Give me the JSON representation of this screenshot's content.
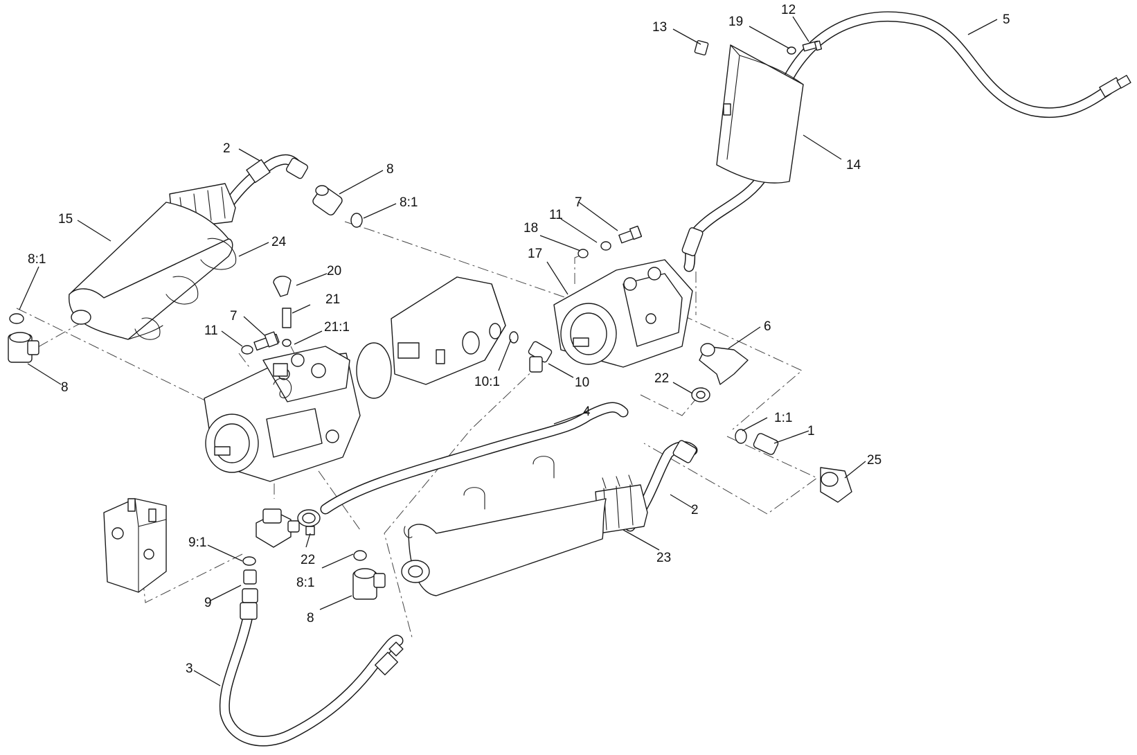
{
  "diagram": {
    "callouts": [
      {
        "id": "c-13",
        "text": "13"
      },
      {
        "id": "c-19",
        "text": "19"
      },
      {
        "id": "c-12",
        "text": "12"
      },
      {
        "id": "c-5",
        "text": "5"
      },
      {
        "id": "c-14",
        "text": "14"
      },
      {
        "id": "c-2-top",
        "text": "2"
      },
      {
        "id": "c-8-top",
        "text": "8"
      },
      {
        "id": "c-8-1-top",
        "text": "8:1"
      },
      {
        "id": "c-15",
        "text": "15"
      },
      {
        "id": "c-24",
        "text": "24"
      },
      {
        "id": "c-8-1-left",
        "text": "8:1"
      },
      {
        "id": "c-8-left",
        "text": "8"
      },
      {
        "id": "c-20",
        "text": "20"
      },
      {
        "id": "c-21",
        "text": "21"
      },
      {
        "id": "c-21-1",
        "text": "21:1"
      },
      {
        "id": "c-7-left",
        "text": "7"
      },
      {
        "id": "c-11-left",
        "text": "11"
      },
      {
        "id": "c-7-right",
        "text": "7"
      },
      {
        "id": "c-11-right",
        "text": "11"
      },
      {
        "id": "c-18",
        "text": "18"
      },
      {
        "id": "c-17",
        "text": "17"
      },
      {
        "id": "c-6",
        "text": "6"
      },
      {
        "id": "c-10-1",
        "text": "10:1"
      },
      {
        "id": "c-10",
        "text": "10"
      },
      {
        "id": "c-22-right",
        "text": "22"
      },
      {
        "id": "c-4",
        "text": "4"
      },
      {
        "id": "c-1-1",
        "text": "1:1"
      },
      {
        "id": "c-1",
        "text": "1"
      },
      {
        "id": "c-25",
        "text": "25"
      },
      {
        "id": "c-2-bottom",
        "text": "2"
      },
      {
        "id": "c-23",
        "text": "23"
      },
      {
        "id": "c-9-1",
        "text": "9:1"
      },
      {
        "id": "c-9",
        "text": "9"
      },
      {
        "id": "c-22-bottom",
        "text": "22"
      },
      {
        "id": "c-8-1-bottom",
        "text": "8:1"
      },
      {
        "id": "c-8-bottom",
        "text": "8"
      },
      {
        "id": "c-3",
        "text": "3"
      }
    ]
  }
}
